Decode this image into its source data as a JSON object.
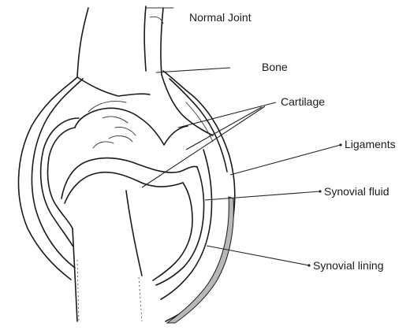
{
  "diagram": {
    "title": "Normal Joint",
    "labels": {
      "bone": "Bone",
      "cartilage": "Cartilage",
      "ligaments": "Ligaments",
      "synovial_fluid": "Synovial fluid",
      "synovial_lining": "Synovial lining"
    }
  }
}
